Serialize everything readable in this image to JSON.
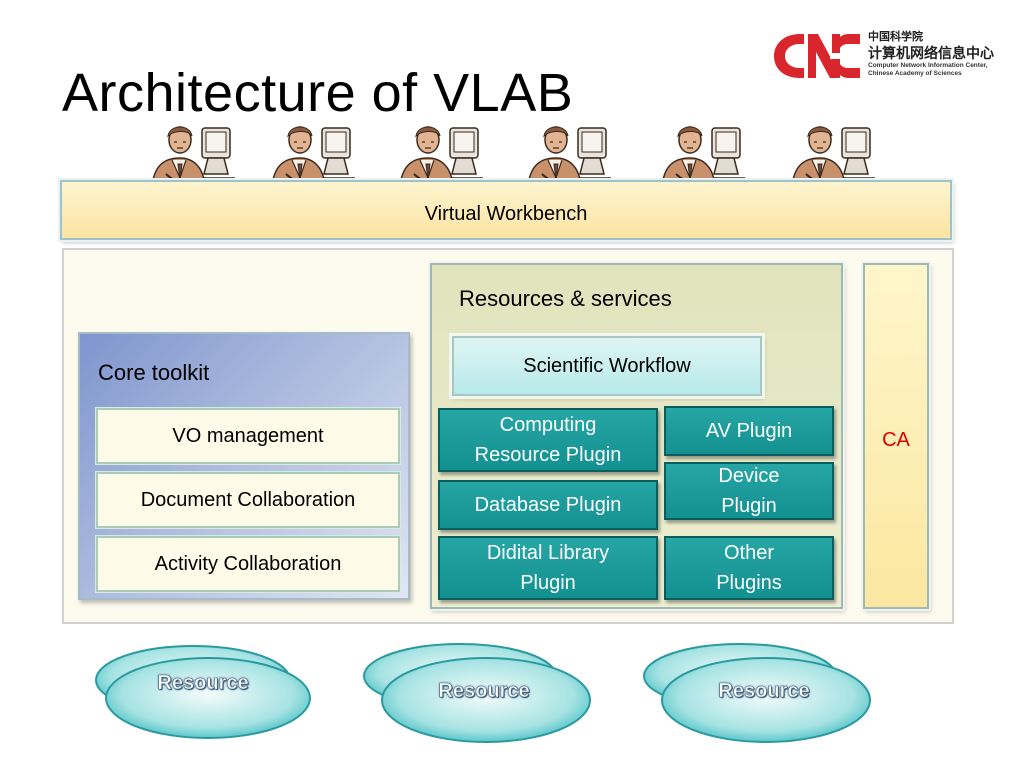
{
  "slide": {
    "title": "Architecture of VLAB"
  },
  "logo": {
    "org_cn_small": "中国科学院",
    "org_cn": "计算机网络信息中心",
    "org_en_line1": "Computer Network Information Center,",
    "org_en_line2": "Chinese Academy of Sciences",
    "mark_color": "#d9262c"
  },
  "users": {
    "icon": "user-at-computer-icon",
    "count": 6
  },
  "workbench": {
    "label": "Virtual Workbench"
  },
  "core_toolkit": {
    "label": "Core toolkit",
    "items": [
      {
        "label": "VO management"
      },
      {
        "label": "Document Collaboration"
      },
      {
        "label": "Activity Collaboration"
      }
    ]
  },
  "resources_services": {
    "label": "Resources & services",
    "workflow": "Scientific Workflow",
    "plugins": [
      {
        "line1": "Computing",
        "line2": "Resource Plugin"
      },
      {
        "line1": "AV Plugin",
        "line2": ""
      },
      {
        "line1": "Device",
        "line2": "Plugin"
      },
      {
        "line1": "Database Plugin",
        "line2": ""
      },
      {
        "line1": "Didital Library",
        "line2": "Plugin"
      },
      {
        "line1": "Other",
        "line2": "Plugins"
      }
    ]
  },
  "ca": {
    "label": "CA",
    "color": "#e00000"
  },
  "resources": [
    {
      "label": "Resource"
    },
    {
      "label": "Resource"
    },
    {
      "label": "Resource"
    }
  ],
  "colors": {
    "plugin_teal": "#1a9a9a",
    "workbench_yellow": "#fbe7a0",
    "core_blue": "#8a9fd2"
  }
}
